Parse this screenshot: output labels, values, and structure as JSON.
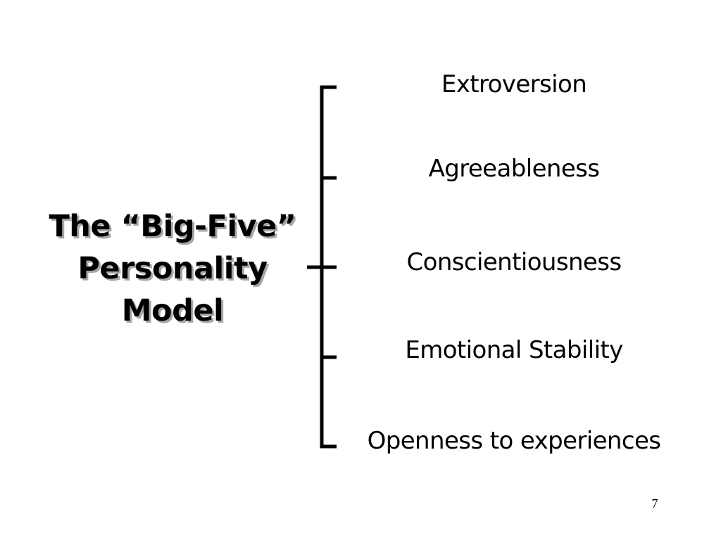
{
  "slide": {
    "title_lines": [
      "The “Big-Five”",
      "Personality",
      "Model"
    ],
    "traits": [
      "Extroversion",
      "Agreeableness",
      "Conscientiousness",
      "Emotional Stability",
      "Openness to experiences"
    ],
    "page_number": "7"
  },
  "colors": {
    "text": "#000000",
    "title_shadow": "#a6a6a6",
    "background": "#ffffff"
  }
}
